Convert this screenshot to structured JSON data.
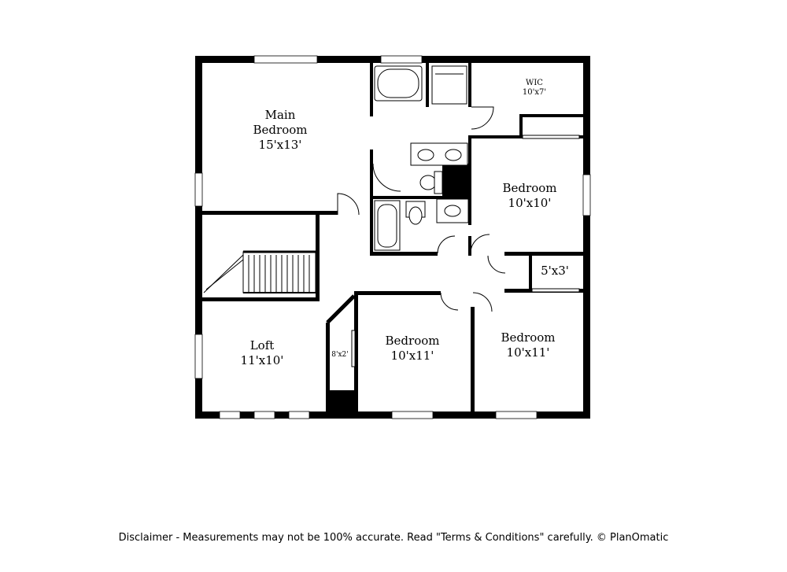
{
  "rooms": {
    "main_bedroom": {
      "name_line1": "Main",
      "name_line2": "Bedroom",
      "size": "15'x13'"
    },
    "wic": {
      "name": "WIC",
      "size": "10'x7'"
    },
    "bedroom_east": {
      "name": "Bedroom",
      "size": "10'x10'"
    },
    "closet_5x3": {
      "size": "5'x3'"
    },
    "loft": {
      "name": "Loft",
      "size": "11'x10'"
    },
    "bedroom_middle": {
      "name": "Bedroom",
      "size": "10'x11'"
    },
    "bedroom_southeast": {
      "name": "Bedroom",
      "size": "10'x11'"
    },
    "closet_8x2": {
      "size": "8'x2'"
    }
  },
  "footer": {
    "disclaimer": "Disclaimer - Measurements may not be 100% accurate. Read \"Terms & Conditions\" carefully. © PlanOmatic"
  }
}
